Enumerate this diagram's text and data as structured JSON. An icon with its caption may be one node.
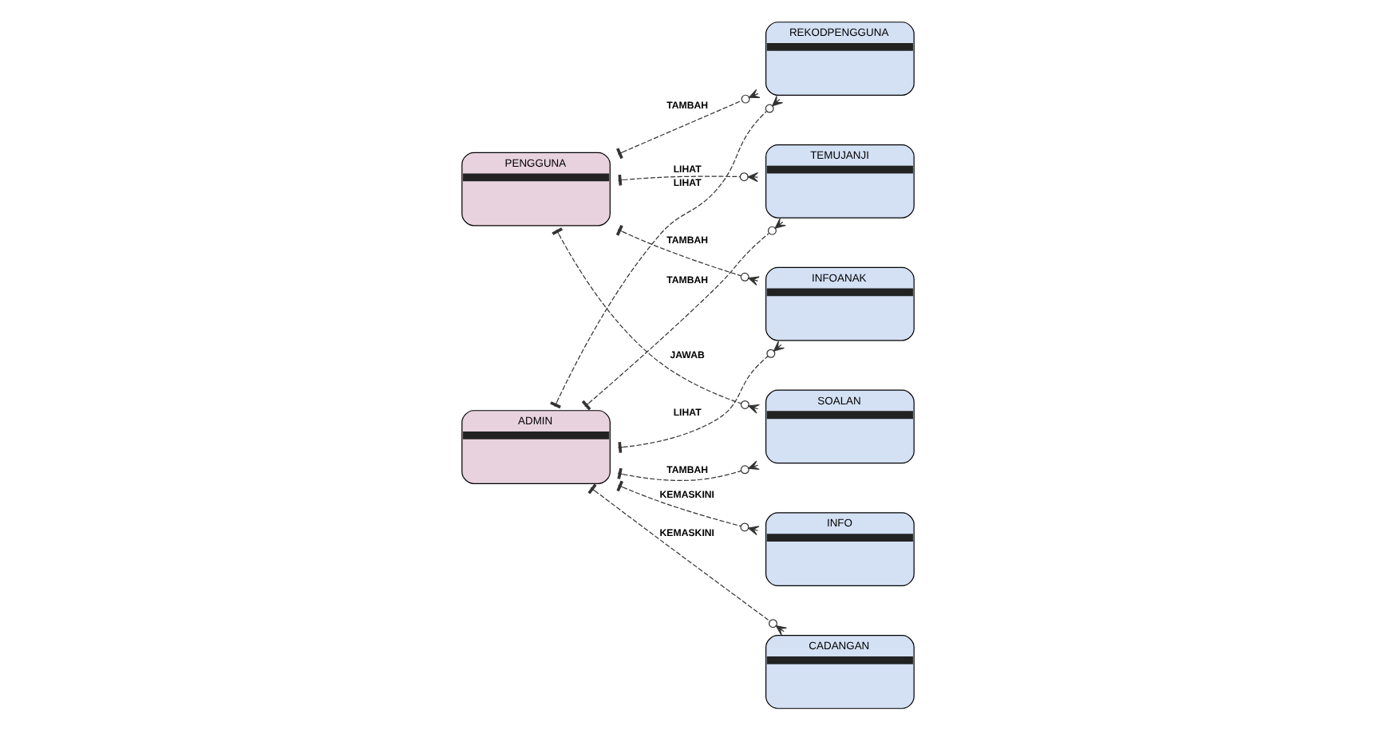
{
  "diagram": {
    "nodes": [
      {
        "text": [
          "PENGGUNA"
        ]
      },
      {
        "text": [
          "TEMUJANJI"
        ]
      },
      {
        "text": [
          "INFO"
        ]
      },
      {
        "text": [
          "ADMIN"
        ]
      },
      {
        "text": [
          "SOALAN"
        ]
      },
      {
        "text": [
          "REKODPENGGUNA"
        ]
      },
      {
        "text": [
          "INFOANAK"
        ]
      },
      {
        "text": [
          "CADANGAN"
        ]
      }
    ],
    "edges": [
      {
        "from": 0,
        "to": 1,
        "arrow": "other",
        "label": "LIHAT",
        "style": "dashed"
      },
      {
        "from": 0,
        "to": 4,
        "arrow": "other",
        "label": "JAWAB",
        "style": "dashed"
      },
      {
        "from": 0,
        "to": 5,
        "arrow": "other",
        "label": "TAMBAH",
        "style": "dashed"
      },
      {
        "from": 0,
        "to": 6,
        "arrow": "other",
        "label": "TAMBAH",
        "style": "dashed"
      },
      {
        "from": 3,
        "to": 1,
        "arrow": "other",
        "label": "TAMBAH",
        "style": "dashed"
      },
      {
        "from": 3,
        "to": 2,
        "arrow": "other",
        "label": "KEMASKINI",
        "style": "dashed"
      },
      {
        "from": 3,
        "to": 4,
        "arrow": "other",
        "label": "TAMBAH",
        "style": "dashed"
      },
      {
        "from": 3,
        "to": 5,
        "arrow": "other",
        "label": "LIHAT",
        "style": "dashed"
      },
      {
        "from": 3,
        "to": 6,
        "arrow": "other",
        "label": "LIHAT",
        "style": "dashed"
      },
      {
        "from": 3,
        "to": 7,
        "arrow": "other",
        "label": "KEMASKINI",
        "style": "dashed"
      }
    ]
  }
}
